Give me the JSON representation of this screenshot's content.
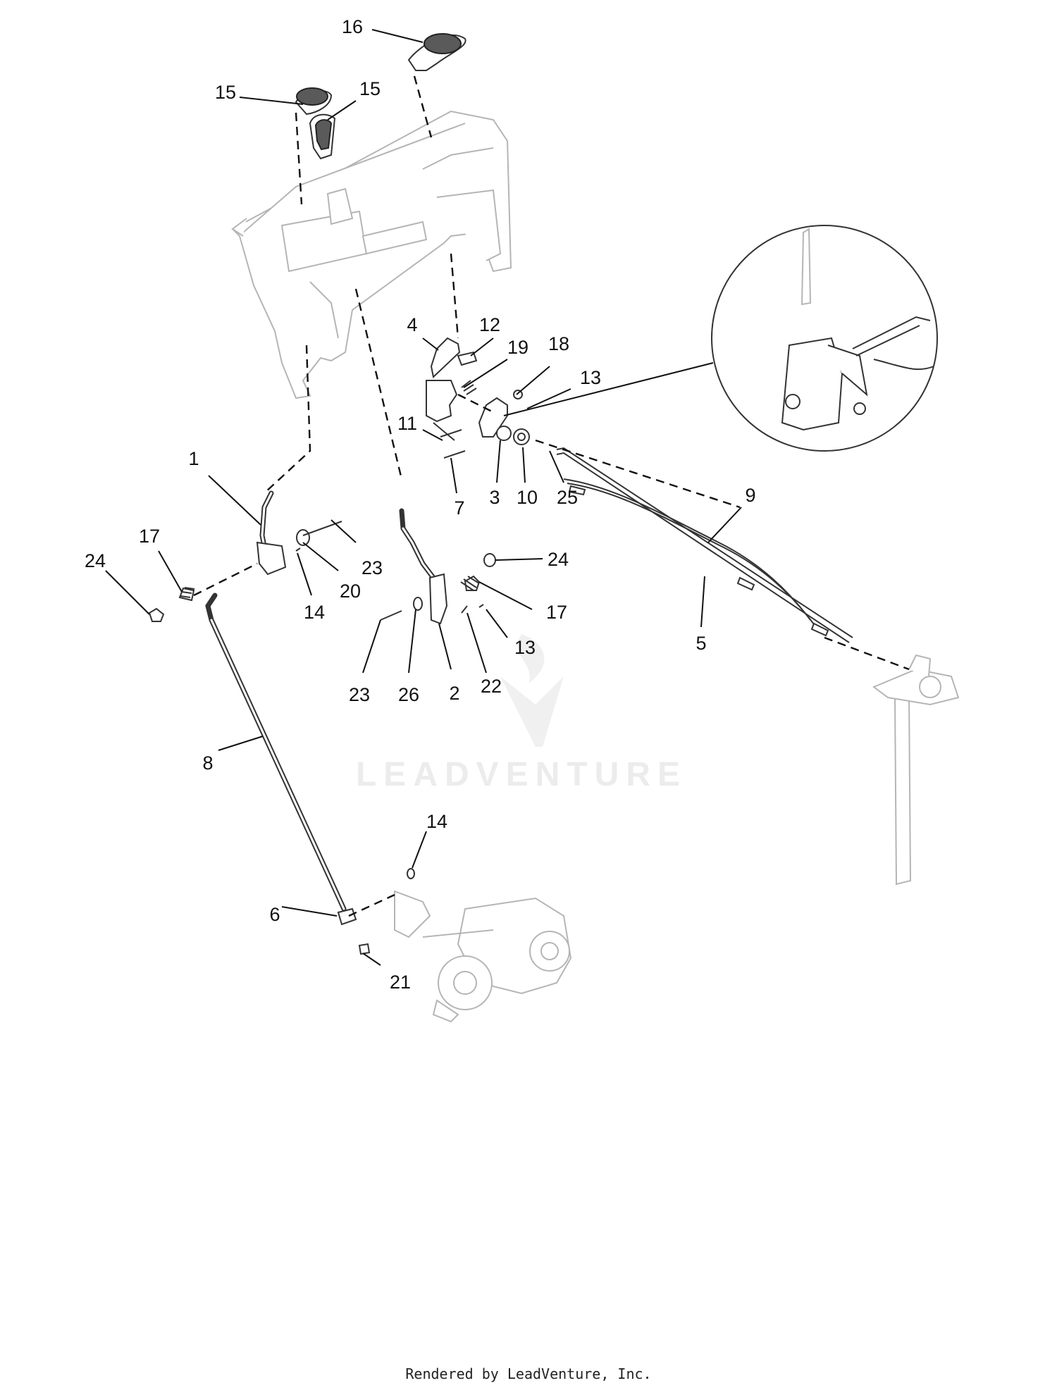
{
  "watermark": {
    "text": "LEADVENTURE"
  },
  "footer": {
    "text": "Rendered by LeadVenture, Inc."
  },
  "callouts": [
    "16",
    "15",
    "15",
    "4",
    "12",
    "19",
    "18",
    "13",
    "11",
    "7",
    "3",
    "10",
    "25",
    "9",
    "5",
    "1",
    "17",
    "24",
    "23",
    "20",
    "14",
    "24",
    "17",
    "13",
    "23",
    "26",
    "2",
    "22",
    "8",
    "14",
    "6",
    "21"
  ],
  "colors": {
    "line": "#111111",
    "ghost": "#b5b5b5",
    "watermark": "#ececec"
  }
}
